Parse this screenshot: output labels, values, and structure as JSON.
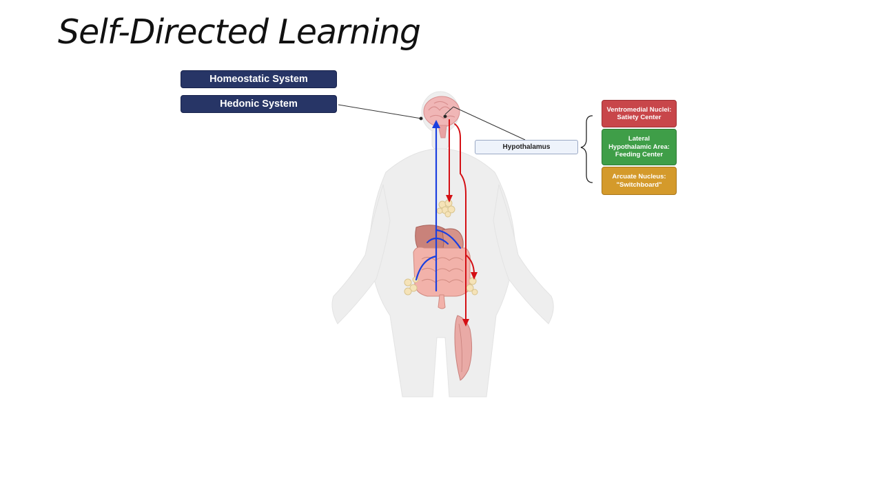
{
  "slide": {
    "title": "Self-Directed Learning"
  },
  "systems": [
    {
      "label": "Homeostatic System"
    },
    {
      "label": "Hedonic System"
    }
  ],
  "hypothalamus": {
    "label": "Hypothalamus"
  },
  "nuclei": [
    {
      "label": "Ventromedial Nuclei: Satiety Center",
      "color": "#c8464a"
    },
    {
      "label": "Lateral Hypothalamic Area: Feeding Center",
      "color": "#3f9e48"
    },
    {
      "label": "Arcuate Nucleus: \"Switchboard\"",
      "color": "#d49a2b"
    }
  ],
  "arrows": {
    "afferent_color": "#1a3fe0",
    "efferent_color": "#d40f14"
  }
}
